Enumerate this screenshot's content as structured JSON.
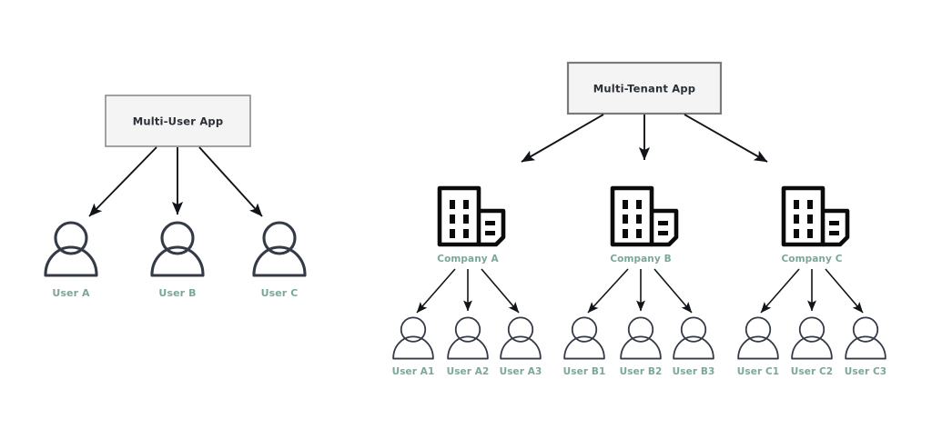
{
  "diagram": {
    "title_not_rendered": "",
    "background_color": "#ffffff",
    "label_color": "#7ba79a",
    "box_fill_color": "#f4f4f4",
    "box_border_color": "#8c8c8c",
    "icon_stroke_color": "#343a46",
    "building_stroke_color": "#0b0b0b",
    "arrow_color": "#111418",
    "panels": [
      {
        "id": "multi-user",
        "root": {
          "label": "Multi-User App",
          "shape": "rectangle"
        },
        "users": [
          {
            "label": "User A",
            "icon": "person-icon"
          },
          {
            "label": "User B",
            "icon": "person-icon"
          },
          {
            "label": "User C",
            "icon": "person-icon"
          }
        ]
      },
      {
        "id": "multi-tenant",
        "root": {
          "label": "Multi-Tenant App",
          "shape": "rectangle"
        },
        "tenants": [
          {
            "label": "Company A",
            "icon": "building-icon",
            "users": [
              {
                "label": "User A1",
                "icon": "person-icon"
              },
              {
                "label": "User A2",
                "icon": "person-icon"
              },
              {
                "label": "User A3",
                "icon": "person-icon"
              }
            ]
          },
          {
            "label": "Company B",
            "icon": "building-icon",
            "users": [
              {
                "label": "User B1",
                "icon": "person-icon"
              },
              {
                "label": "User B2",
                "icon": "person-icon"
              },
              {
                "label": "User B3",
                "icon": "person-icon"
              }
            ]
          },
          {
            "label": "Company C",
            "icon": "building-icon",
            "users": [
              {
                "label": "User C1",
                "icon": "person-icon"
              },
              {
                "label": "User C2",
                "icon": "person-icon"
              },
              {
                "label": "User C3",
                "icon": "person-icon"
              }
            ]
          }
        ]
      }
    ]
  }
}
